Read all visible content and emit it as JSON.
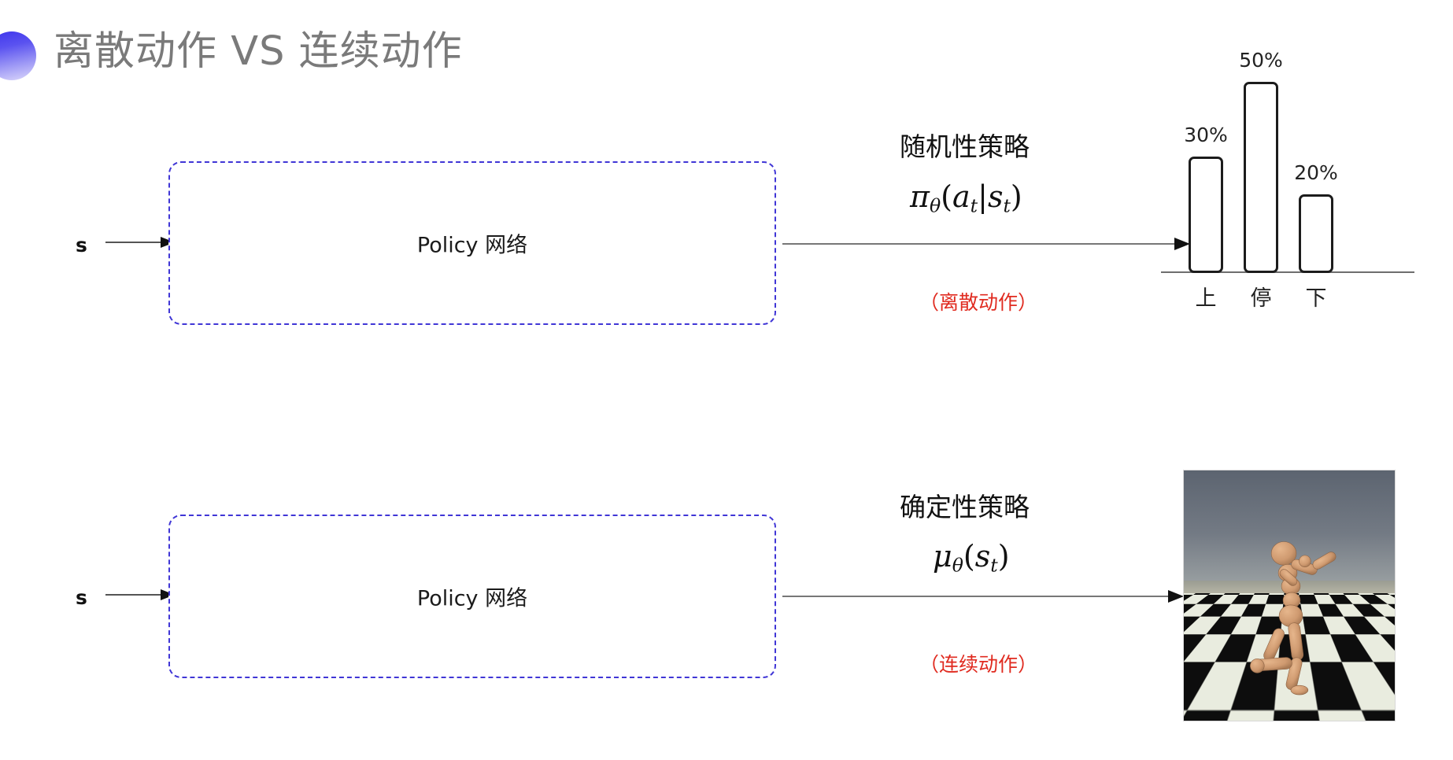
{
  "slide": {
    "title": "离散动作 VS 连续动作",
    "title_color": "#7a7a7a",
    "accent_color": "#4036d6",
    "note_color": "#e02b20",
    "background": "#ffffff"
  },
  "rows": {
    "discrete": {
      "state_label": "s",
      "policy_box_label": "Policy 网络",
      "policy_heading": "随机性策略",
      "formula": {
        "base": "π",
        "base_sub": "θ",
        "open": "(",
        "arg1": "a",
        "arg1_sub": "t",
        "bar": "|",
        "arg2": "s",
        "arg2_sub": "t",
        "close": ")",
        "plain": "πθ(at|st)"
      },
      "red_note": "（离散动作）"
    },
    "continuous": {
      "state_label": "s",
      "policy_box_label": "Policy 网络",
      "policy_heading": "确定性策略",
      "formula": {
        "base": "μ",
        "base_sub": "θ",
        "open": "(",
        "arg1": "s",
        "arg1_sub": "t",
        "close": ")",
        "plain": "μθ(st)"
      },
      "red_note": "（连续动作）",
      "sim_caption": "humanoid-simulation"
    }
  },
  "chart_data": {
    "type": "bar",
    "title": "",
    "xlabel": "",
    "ylabel": "",
    "categories": [
      "上",
      "停",
      "下"
    ],
    "values": [
      30,
      50,
      20
    ],
    "value_labels": [
      "30%",
      "50%",
      "20%"
    ],
    "ylim": [
      0,
      60
    ],
    "grid": false,
    "legend": null,
    "bar_fill": "#ffffff",
    "bar_stroke": "#1c1c1c"
  }
}
